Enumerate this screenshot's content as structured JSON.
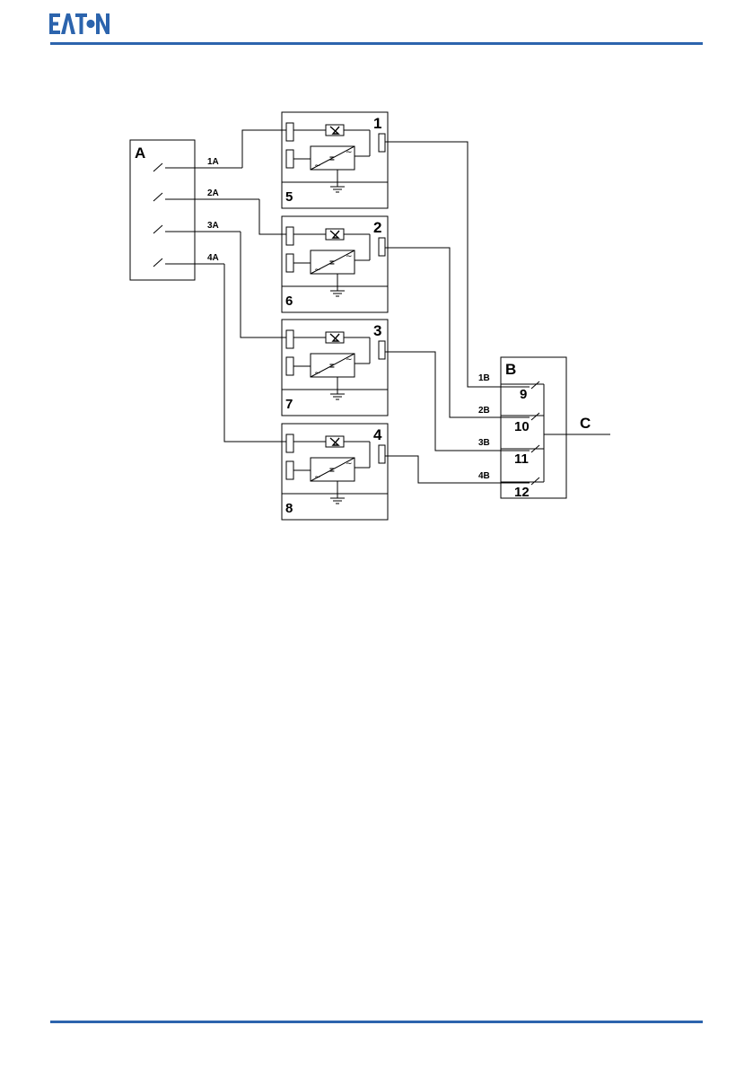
{
  "header": {
    "logo_text": "EATON",
    "brand_color": "#2c64ad"
  },
  "diagram": {
    "switch_a_label": "A",
    "switch_b_label": "B",
    "output_label": "C",
    "a_lines": [
      "1A",
      "2A",
      "3A",
      "4A"
    ],
    "b_lines": [
      "1B",
      "2B",
      "3B",
      "4B"
    ],
    "ups_units": [
      {
        "number": "1",
        "base": "5"
      },
      {
        "number": "2",
        "base": "6"
      },
      {
        "number": "3",
        "base": "7"
      },
      {
        "number": "4",
        "base": "8"
      }
    ],
    "b_positions": [
      "9",
      "10",
      "11",
      "12"
    ],
    "converter_symbol": "="
  }
}
